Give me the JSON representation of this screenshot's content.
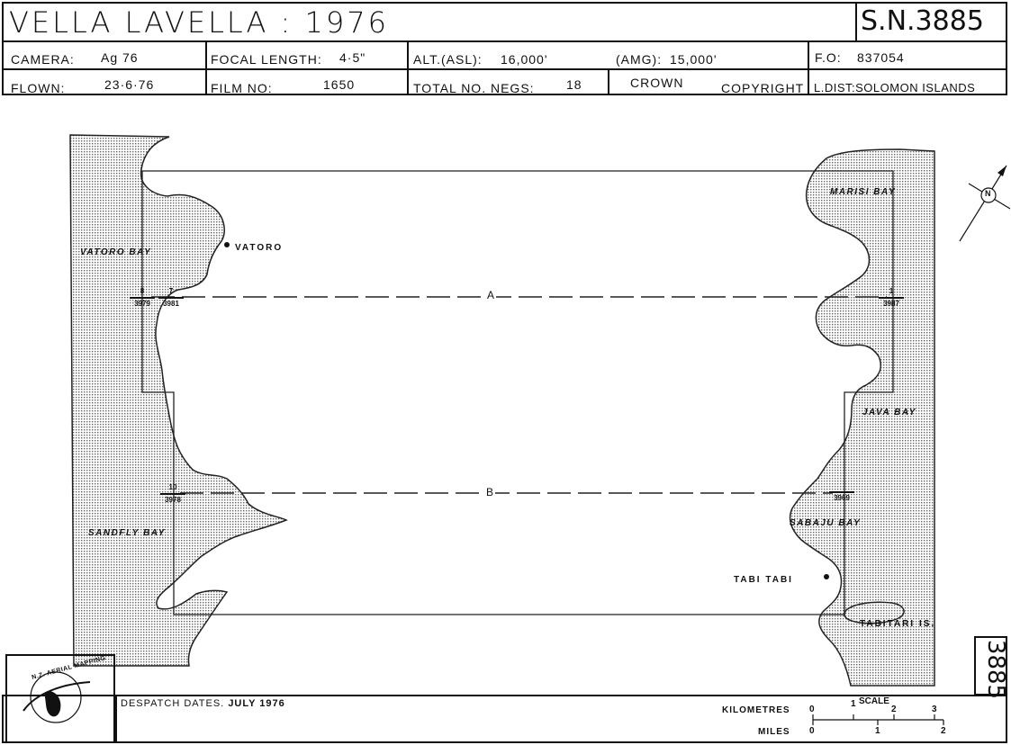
{
  "header": {
    "title": "VELLA LAVELLA : 1976",
    "serial": "S.N.3885",
    "camera_label": "CAMERA:",
    "camera_value": "Ag 76",
    "focal_label": "FOCAL LENGTH:",
    "focal_value": "4·5\"",
    "alt_asl_label": "ALT.(ASL):",
    "alt_asl_value": "16,000'",
    "alt_amg_label": "(AMG):",
    "alt_amg_value": "15,000'",
    "fo_label": "F.O:",
    "fo_value": "837054",
    "flown_label": "FLOWN:",
    "flown_value": "23·6·76",
    "film_label": "FILM NO:",
    "film_value": "1650",
    "negs_label": "TOTAL NO. NEGS:",
    "negs_value": "18",
    "crown": "CROWN",
    "copyright": "COPYRIGHT",
    "ldist": "L.DIST:SOLOMON ISLANDS"
  },
  "map": {
    "places": {
      "vatoro_bay": "VATORO BAY",
      "vatoro": "VATORO",
      "sandfly_bay": "SANDFLY BAY",
      "marisi_bay": "MARISI BAY",
      "java_bay": "JAVA BAY",
      "sabaju_bay": "SABAJU BAY",
      "tabi_tabi": "TABI TABI",
      "tabitari": "TABITARI IS."
    },
    "runs": {
      "a": "A",
      "b": "B"
    },
    "photos": {
      "p8": {
        "run": "8",
        "neg": "3979"
      },
      "p7": {
        "run": "7",
        "neg": "3981"
      },
      "p1": {
        "run": "1",
        "neg": "3987"
      },
      "p10": {
        "run": "10",
        "neg": "3978"
      },
      "p3969": {
        "neg": "3969"
      }
    },
    "north": "N"
  },
  "footer": {
    "logo_text": "N.Z. AERIAL MAPPING",
    "despatch_label": "DESPATCH DATES.",
    "despatch_value": "JULY 1976",
    "scale_label": "SCALE",
    "km_label": "KILOMETRES",
    "miles_label": "MILES",
    "km_ticks": [
      "0",
      "1",
      "2",
      "3"
    ],
    "mile_ticks": [
      "0",
      "1",
      "2"
    ],
    "sheet_number": "3885"
  }
}
